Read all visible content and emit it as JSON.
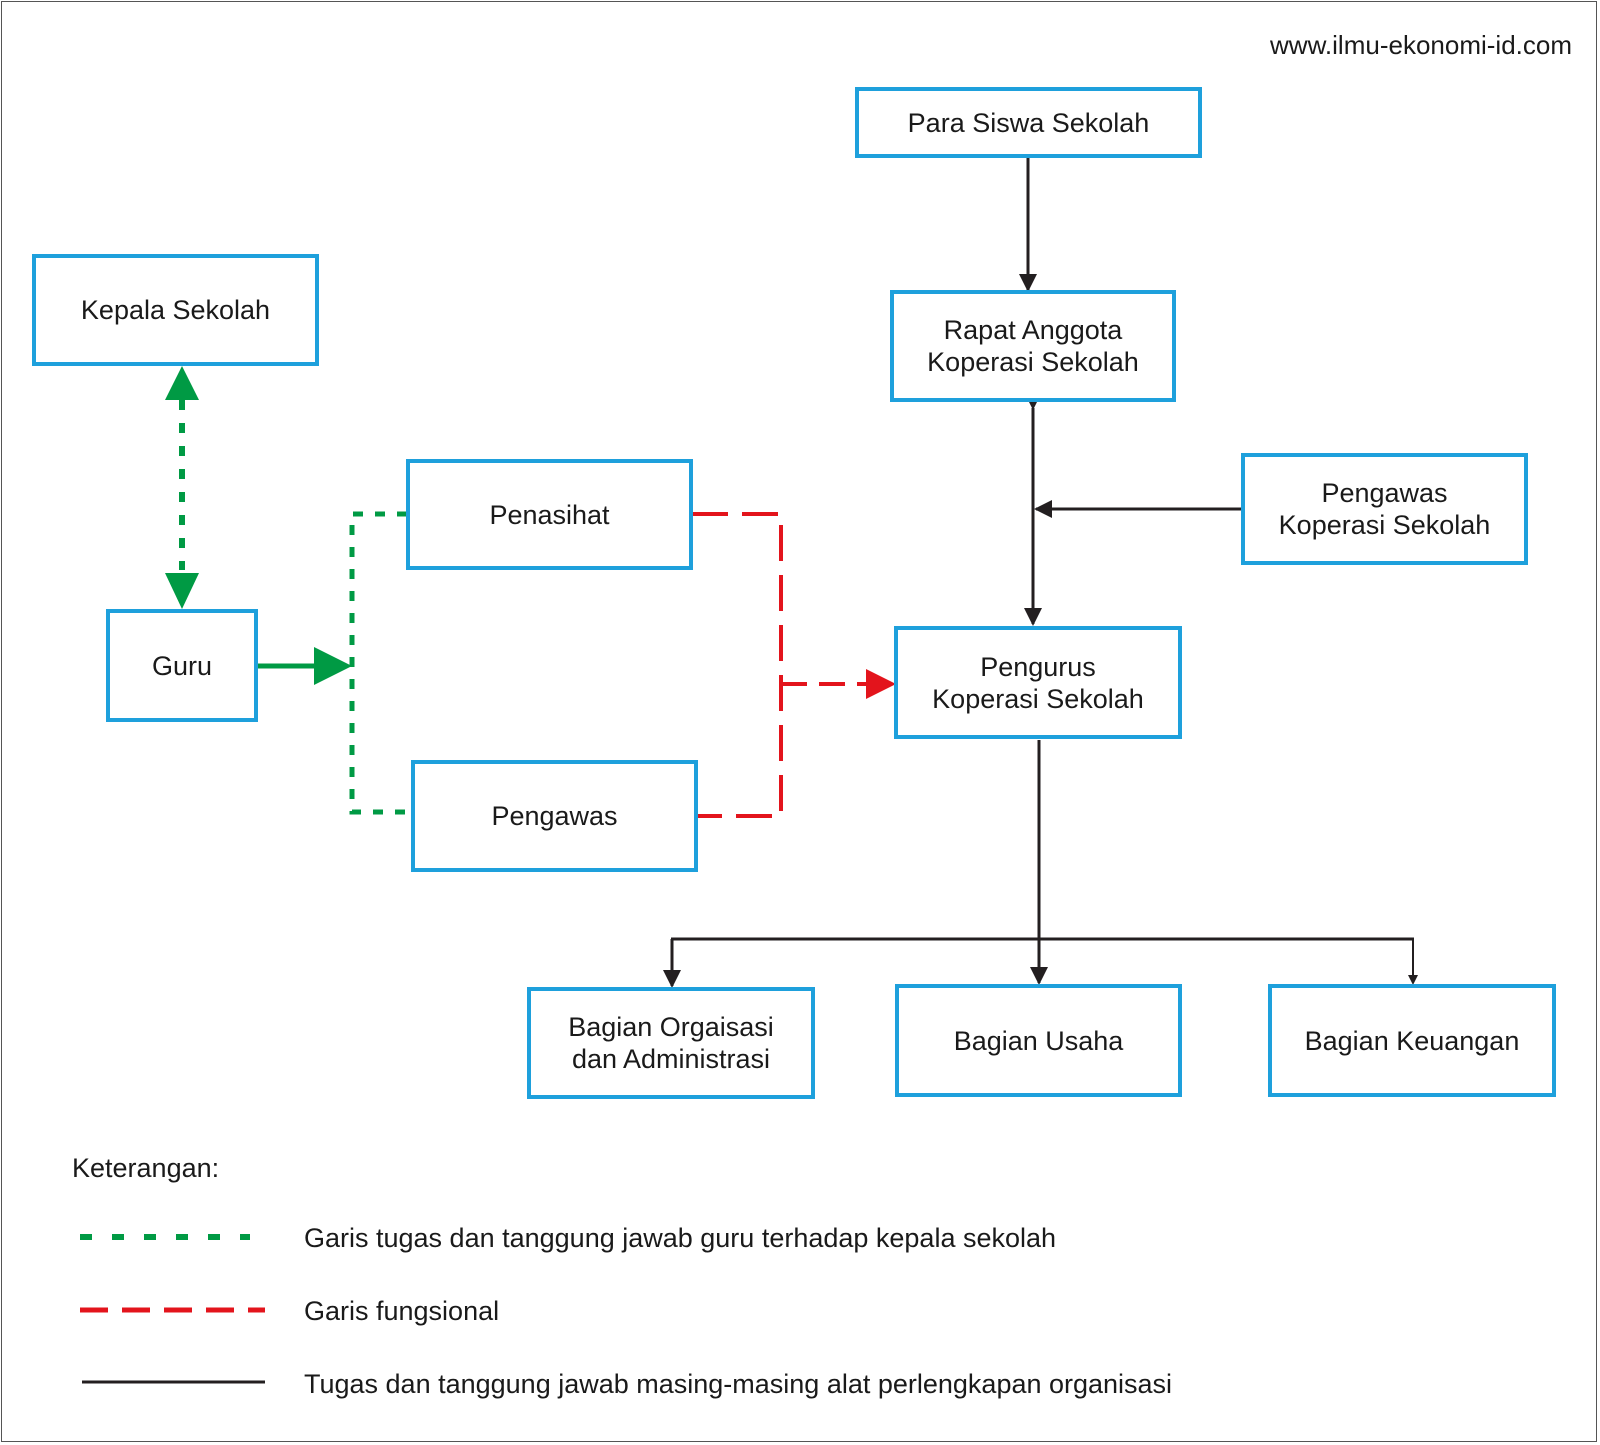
{
  "watermark": "www.ilmu-ekonomi-id.com",
  "nodes": {
    "para_siswa": {
      "lines": [
        "Para Siswa Sekolah"
      ]
    },
    "rapat_anggota": {
      "lines": [
        "Rapat Anggota",
        "Koperasi Sekolah"
      ]
    },
    "kepala_sekolah": {
      "lines": [
        "Kepala Sekolah"
      ]
    },
    "penasihat": {
      "lines": [
        "Penasihat"
      ]
    },
    "guru": {
      "lines": [
        "Guru"
      ]
    },
    "pengawas": {
      "lines": [
        "Pengawas"
      ]
    },
    "pengawas_koperasi": {
      "lines": [
        "Pengawas",
        "Koperasi Sekolah"
      ]
    },
    "pengurus": {
      "lines": [
        "Pengurus",
        "Koperasi Sekolah"
      ]
    },
    "bagian_organisasi": {
      "lines": [
        "Bagian Orgaisasi",
        "dan Administrasi"
      ]
    },
    "bagian_usaha": {
      "lines": [
        "Bagian Usaha"
      ]
    },
    "bagian_keuangan": {
      "lines": [
        "Bagian Keuangan"
      ]
    }
  },
  "legend": {
    "title": "Keterangan:",
    "items": [
      {
        "text": "Garis tugas dan tanggung jawab guru terhadap kepala sekolah",
        "style": "dotted",
        "color": "#009a44"
      },
      {
        "text": "Garis fungsional",
        "style": "dashed",
        "color": "#e3141c"
      },
      {
        "text": "Tugas dan tanggung jawab masing-masing alat perlengkapan organisasi",
        "style": "solid",
        "color": "#231f20"
      }
    ]
  },
  "colors": {
    "box_border": "#1ea0dc",
    "green": "#009a44",
    "red": "#e3141c",
    "black": "#231f20"
  }
}
